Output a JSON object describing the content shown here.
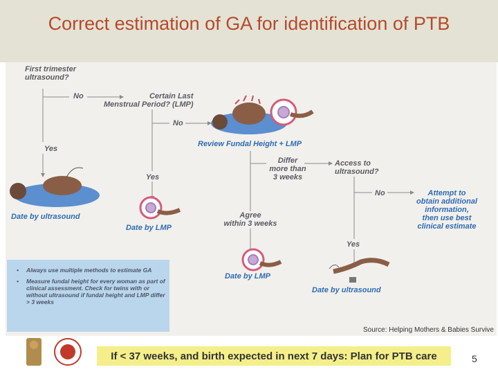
{
  "slide": {
    "title": "Correct estimation of GA for identification of PTB",
    "source": "Source: Helping Mothers & Babies Survive",
    "footer": "If < 37 weeks, and birth expected in next 7 days: Plan for PTB care",
    "page_number": "5"
  },
  "flowchart": {
    "q_first_trimester": [
      "First trimester",
      "ultrasound?"
    ],
    "q_lmp": [
      "Certain Last",
      "Menstrual Period? (LMP)"
    ],
    "q_access": [
      "Access to",
      "ultrasound?"
    ],
    "differ": [
      "Differ",
      "more than",
      "3 weeks"
    ],
    "agree": [
      "Agree",
      "within 3 weeks"
    ],
    "no_1": "No",
    "no_2": "No",
    "no_3": "No",
    "yes_1": "Yes",
    "yes_2": "Yes",
    "yes_3": "Yes",
    "review": "Review Fundal Height + LMP",
    "date_ultrasound_left": "Date by ultrasound",
    "date_lmp_1": "Date by LMP",
    "date_lmp_2": "Date by LMP",
    "date_ultrasound_right": "Date by ultrasound",
    "attempt": [
      "Attempt to",
      "obtain additional",
      "information,",
      "then use best",
      "clinical estimate"
    ]
  },
  "notes": [
    "Always use multiple methods to estimate GA",
    "Measure fundal height for every woman as part of clinical assessment. Check for twins with or without ultrasound if fundal height and LMP differ > 3 weeks"
  ],
  "colors": {
    "title": "#b54a2a",
    "title_band": "#e4e2d5",
    "outcome_blue": "#2f6bb3",
    "note_box": "#b9d6ec",
    "footer_bar": "#f4ef8a"
  }
}
